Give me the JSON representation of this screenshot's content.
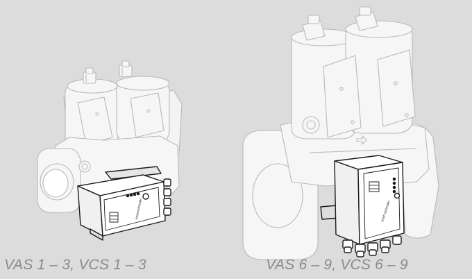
{
  "captions": {
    "left": "VAS 1 – 3, VCS 1 – 3",
    "right": "VAS 6 – 9, VCS 6 – 9"
  },
  "module_labels": {
    "left": "kromschroder",
    "right": "krom schroder"
  },
  "colors": {
    "background": "#dcdcdc",
    "valve_body": "#f6f6f6",
    "valve_outline": "#b9b9b9",
    "module_body": "#ffffff",
    "module_outline": "#1a1a1a",
    "caption": "#8a8a8a"
  }
}
